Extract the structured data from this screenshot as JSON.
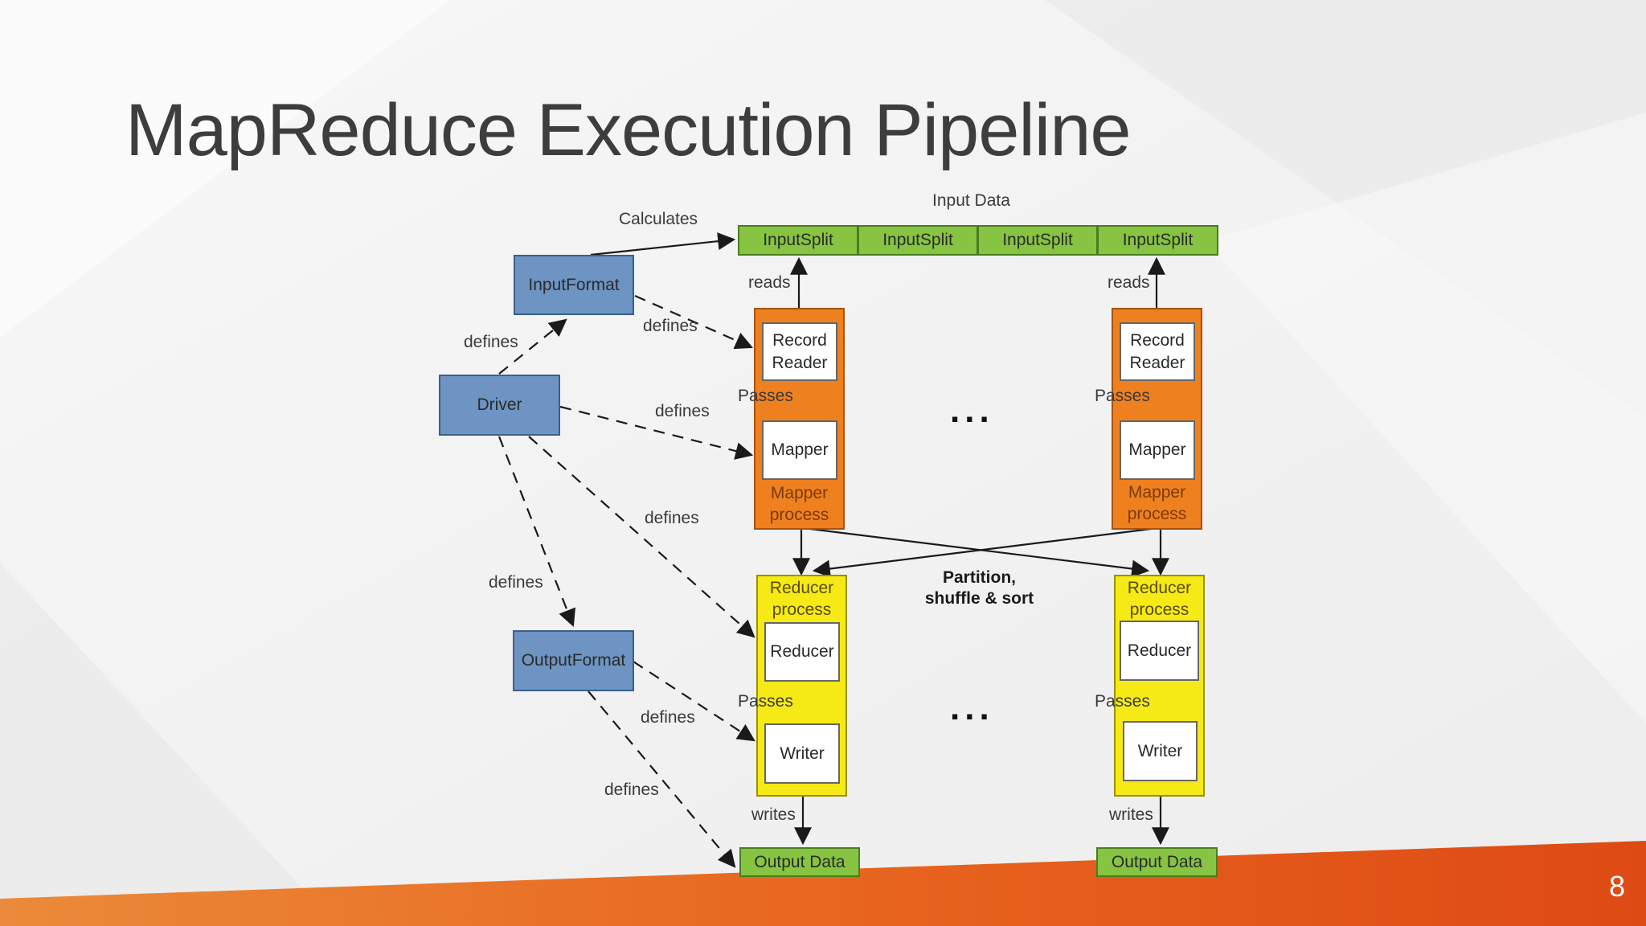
{
  "slide": {
    "title": "MapReduce Execution Pipeline",
    "page_number": "8"
  },
  "diagram": {
    "input_data_label": "Input Data",
    "input_splits": [
      "InputSplit",
      "InputSplit",
      "InputSplit",
      "InputSplit"
    ],
    "input_format": "InputFormat",
    "driver": "Driver",
    "output_format": "OutputFormat",
    "record_reader": "Record\nReader",
    "mapper": "Mapper",
    "mapper_process": "Mapper\nprocess",
    "reducer_process": "Reducer\nprocess",
    "reducer": "Reducer",
    "writer": "Writer",
    "output_data": "Output Data",
    "partition_label": "Partition,\nshuffle & sort",
    "ellipsis": "...",
    "edge_labels": {
      "calculates": "Calculates",
      "reads": "reads",
      "defines": "defines",
      "passes": "Passes",
      "writes": "writes"
    }
  },
  "colors": {
    "blue_box": "#6d94c2",
    "green_box": "#86c441",
    "orange_box": "#ef8020",
    "yellow_box": "#f6ea16",
    "footer_orange": "#e8621f"
  }
}
